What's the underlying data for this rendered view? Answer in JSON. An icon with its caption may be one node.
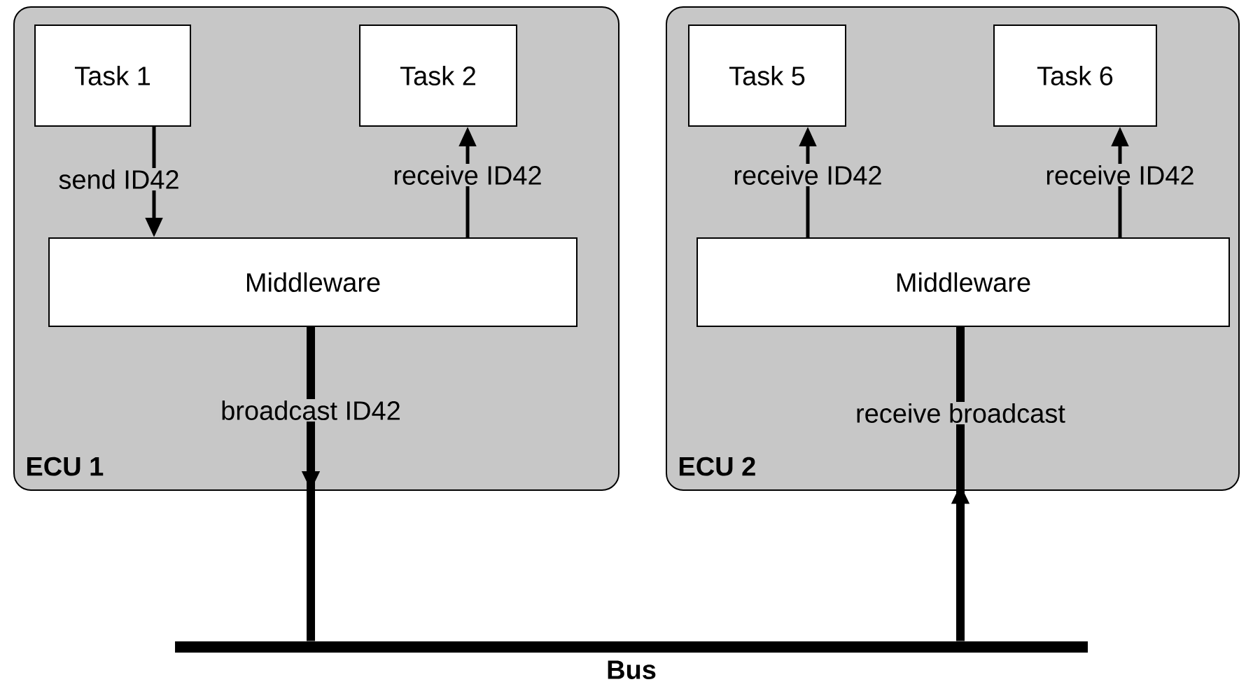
{
  "diagram": {
    "nodes": [
      {
        "text": [
          "ECU 1"
        ]
      },
      {
        "text": [
          "Task 1"
        ],
        "in": 0
      },
      {
        "text": [
          "Task 2"
        ],
        "in": 0
      },
      {
        "text": [
          "Middleware"
        ],
        "in": 0
      },
      {
        "text": [
          "ECU 2"
        ]
      },
      {
        "text": [
          "Task 5"
        ],
        "in": 4
      },
      {
        "text": [
          "Task 6"
        ],
        "in": 4
      },
      {
        "text": [
          "Middleware"
        ],
        "in": 4
      },
      {
        "text": [
          "Bus"
        ]
      }
    ],
    "edges": [
      {
        "from": 1,
        "to": 3,
        "arrow": "to",
        "label": "send ID42"
      },
      {
        "from": 3,
        "to": 2,
        "arrow": "to",
        "label": "receive ID42"
      },
      {
        "from": 3,
        "to": 8,
        "arrow": "to",
        "label": "broadcast ID42",
        "style": "thick"
      },
      {
        "from": 7,
        "to": 5,
        "arrow": "to",
        "label": "receive ID42"
      },
      {
        "from": 7,
        "to": 6,
        "arrow": "to",
        "label": "receive ID42"
      },
      {
        "from": 8,
        "to": 7,
        "arrow": "to",
        "label": "receive broadcast",
        "style": "thick"
      }
    ]
  }
}
